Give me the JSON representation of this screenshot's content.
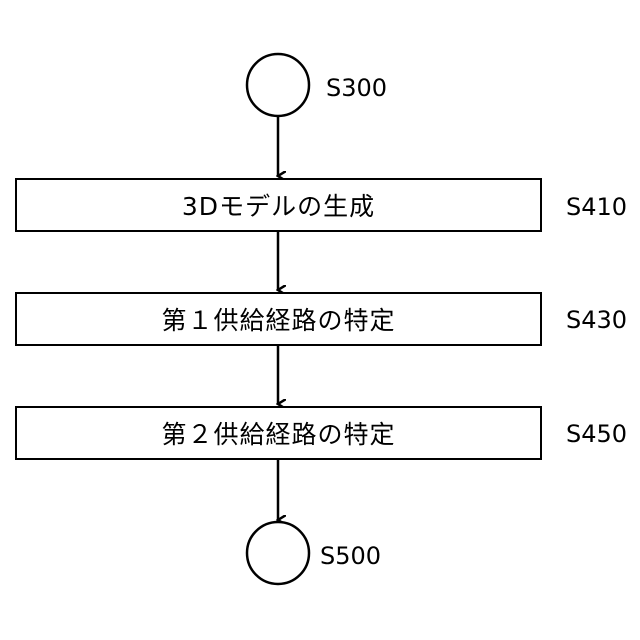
{
  "flowchart": {
    "start": {
      "label": "S300"
    },
    "steps": [
      {
        "text": "3Dモデルの生成",
        "label": "S410"
      },
      {
        "text": "第１供給経路の特定",
        "label": "S430"
      },
      {
        "text": "第２供給経路の特定",
        "label": "S450"
      }
    ],
    "end": {
      "label": "S500"
    }
  },
  "colors": {
    "stroke": "#000000",
    "background": "#ffffff"
  }
}
